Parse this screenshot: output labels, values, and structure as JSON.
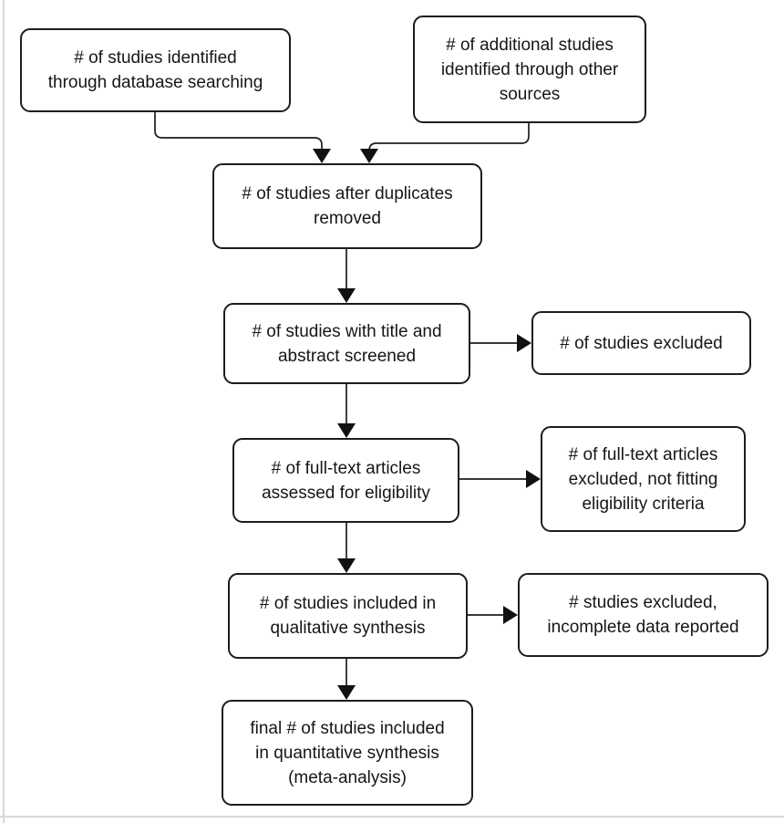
{
  "diagram": {
    "title": "study-selection-flow",
    "line_color": "#1d1d1d",
    "frame_color": "#d8d8d5",
    "nodes": [
      {
        "id": "identified-database",
        "lines": [
          "# of studies identified",
          "through database searching"
        ]
      },
      {
        "id": "identified-other-sources",
        "lines": [
          "# of additional studies",
          "identified through other",
          "sources"
        ]
      },
      {
        "id": "duplicates-removed",
        "lines": [
          "# of studies after duplicates",
          "removed"
        ]
      },
      {
        "id": "title-abstract-screened",
        "lines": [
          "# of studies with title and",
          "abstract screened"
        ]
      },
      {
        "id": "studies-excluded",
        "lines": [
          "# of studies excluded"
        ]
      },
      {
        "id": "fulltext-assessed",
        "lines": [
          "# of full-text articles",
          "assessed for eligibility"
        ]
      },
      {
        "id": "fulltext-excluded",
        "lines": [
          "# of full-text articles",
          "excluded, not fitting",
          "eligibility criteria"
        ]
      },
      {
        "id": "qualitative-synthesis",
        "lines": [
          "# of studies included in",
          "qualitative synthesis"
        ]
      },
      {
        "id": "excluded-incomplete-data",
        "lines": [
          "# studies excluded,",
          "incomplete data reported"
        ]
      },
      {
        "id": "quantitative-synthesis",
        "lines": [
          "final # of studies included",
          "in quantitative synthesis",
          "(meta-analysis)"
        ]
      }
    ]
  }
}
